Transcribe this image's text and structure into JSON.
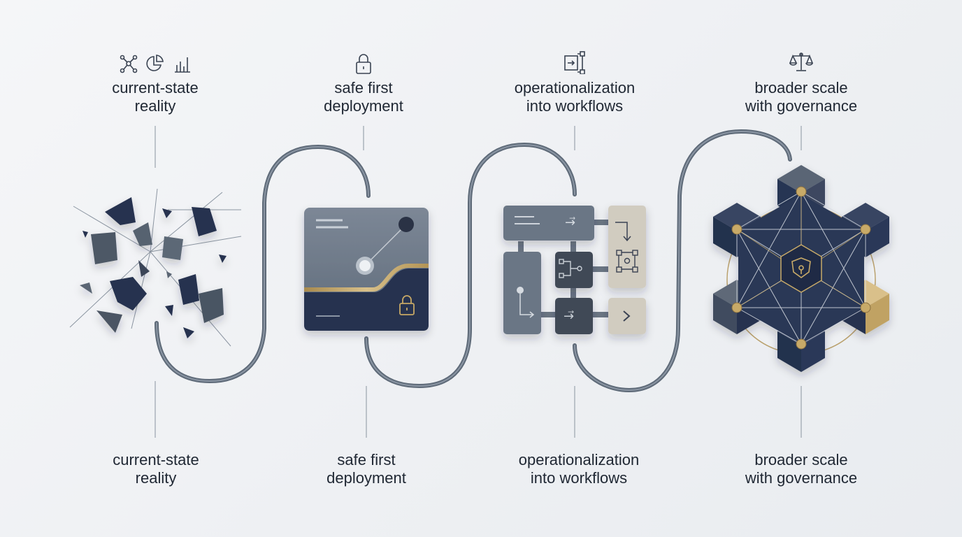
{
  "stages": [
    {
      "id": "current-state",
      "top_line1": "current-state",
      "top_line2": "reality",
      "bottom_line1": "current-state",
      "bottom_line2": "reality",
      "icons": [
        "network-icon",
        "pie-chart-icon",
        "bar-chart-icon"
      ]
    },
    {
      "id": "safe-first",
      "top_line1": "safe first",
      "top_line2": "deployment",
      "bottom_line1": "safe first",
      "bottom_line2": "deployment",
      "icons": [
        "lock-icon"
      ]
    },
    {
      "id": "operationalization",
      "top_line1": "operationalization",
      "top_line2": "into workflows",
      "bottom_line1": "operationalization",
      "bottom_line2": "into workflows",
      "icons": [
        "workflow-icon"
      ]
    },
    {
      "id": "broader-scale",
      "top_line1": "broader scale",
      "top_line2": "with governance",
      "bottom_line1": "broader scale",
      "bottom_line2": "with governance",
      "icons": [
        "balance-scale-icon"
      ]
    }
  ],
  "colors": {
    "navy": "#25324f",
    "slate": "#5d6b7c",
    "slate_light": "#7d8a99",
    "gold": "#b89b5e",
    "beige": "#d3cdbf",
    "connector": "#6f7b89"
  }
}
